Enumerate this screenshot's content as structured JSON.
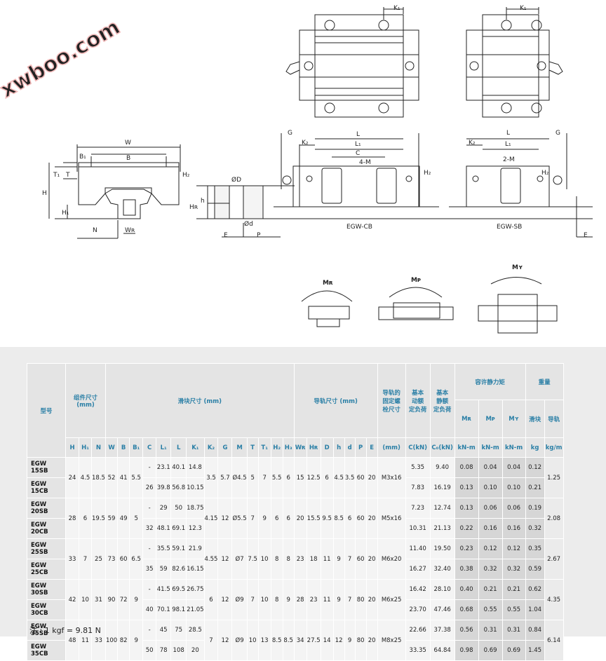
{
  "watermark": "xwboo.com",
  "drawing": {
    "variant_labels": [
      "EGW-CB",
      "EGW-SB"
    ],
    "moment_labels": [
      "Mʀ",
      "Mᴘ",
      "Mʏ"
    ],
    "dims": {
      "w": "W",
      "b": "B",
      "b1": "B₁",
      "t": "T",
      "t1": "T₁",
      "h": "H",
      "h1": "H₁",
      "h2": "H₂",
      "n": "N",
      "wr": "Wʀ",
      "hr": "Hʀ",
      "od": "ØD",
      "sd": "Ød",
      "hh": "h",
      "e": "E",
      "p": "P",
      "g": "G",
      "l": "L",
      "l1": "L₁",
      "k1": "K₁",
      "k2": "K₂",
      "c": "C",
      "m4": "4-M",
      "m2": "2-M"
    }
  },
  "table": {
    "header": {
      "model": "型号",
      "assembly": "组件尺寸\n(mm)",
      "block": "滑块尺寸 (mm)",
      "rail": "导轨尺寸 (mm)",
      "bolt": "导轨的\n固定螺\n栓尺寸",
      "dyn": "基本\n动额\n定负荷",
      "stat": "基本\n静额\n定负荷",
      "moment": "容许静力矩",
      "weight": "重量",
      "mr": "Mʀ",
      "mp": "Mᴘ",
      "my": "Mʏ",
      "block_w": "滑块",
      "rail_w": "导轨",
      "cols_assembly": [
        "H",
        "H₁",
        "N"
      ],
      "cols_block": [
        "W",
        "B",
        "B₁",
        "C",
        "L₁",
        "L",
        "K₁",
        "K₂",
        "G",
        "M",
        "T",
        "T₁",
        "H₂",
        "H₃"
      ],
      "cols_rail": [
        "Wʀ",
        "Hʀ",
        "D",
        "h",
        "d",
        "P",
        "E"
      ],
      "bolt_unit": "(mm)",
      "dyn_unit": "C(kN)",
      "stat_unit": "C₀(kN)",
      "mr_unit": "kN-m",
      "mp_unit": "kN-m",
      "my_unit": "kN-m",
      "block_w_unit": "kg",
      "rail_w_unit": "kg/m"
    },
    "groups": [
      {
        "H": "24",
        "H1": "4.5",
        "N": "18.5",
        "W": "52",
        "B": "41",
        "B1": "5.5",
        "K2": "3.5",
        "G": "5.7",
        "M": "Ø4.5",
        "T": "5",
        "T1": "7",
        "H2": "5.5",
        "H3": "6",
        "WR": "15",
        "HR": "12.5",
        "D": "6",
        "h": "4.5",
        "d": "3.5",
        "P": "60",
        "E": "20",
        "bolt": "M3x16",
        "rail_wt": "1.25",
        "rows": [
          {
            "model": "EGW 15SB",
            "C": "-",
            "L1": "23.1",
            "L": "40.1",
            "K1": "14.8",
            "dyn": "5.35",
            "stat": "9.40",
            "mr": "0.08",
            "mp": "0.04",
            "my": "0.04",
            "bw": "0.12"
          },
          {
            "model": "EGW 15CB",
            "C": "26",
            "L1": "39.8",
            "L": "56.8",
            "K1": "10.15",
            "dyn": "7.83",
            "stat": "16.19",
            "mr": "0.13",
            "mp": "0.10",
            "my": "0.10",
            "bw": "0.21"
          }
        ]
      },
      {
        "H": "28",
        "H1": "6",
        "N": "19.5",
        "W": "59",
        "B": "49",
        "B1": "5",
        "K2": "4.15",
        "G": "12",
        "M": "Ø5.5",
        "T": "7",
        "T1": "9",
        "H2": "6",
        "H3": "6",
        "WR": "20",
        "HR": "15.5",
        "D": "9.5",
        "h": "8.5",
        "d": "6",
        "P": "60",
        "E": "20",
        "bolt": "M5x16",
        "rail_wt": "2.08",
        "rows": [
          {
            "model": "EGW 20SB",
            "C": "-",
            "L1": "29",
            "L": "50",
            "K1": "18.75",
            "dyn": "7.23",
            "stat": "12.74",
            "mr": "0.13",
            "mp": "0.06",
            "my": "0.06",
            "bw": "0.19"
          },
          {
            "model": "EGW 20CB",
            "C": "32",
            "L1": "48.1",
            "L": "69.1",
            "K1": "12.3",
            "dyn": "10.31",
            "stat": "21.13",
            "mr": "0.22",
            "mp": "0.16",
            "my": "0.16",
            "bw": "0.32"
          }
        ]
      },
      {
        "H": "33",
        "H1": "7",
        "N": "25",
        "W": "73",
        "B": "60",
        "B1": "6.5",
        "K2": "4.55",
        "G": "12",
        "M": "Ø7",
        "T": "7.5",
        "T1": "10",
        "H2": "8",
        "H3": "8",
        "WR": "23",
        "HR": "18",
        "D": "11",
        "h": "9",
        "d": "7",
        "P": "60",
        "E": "20",
        "bolt": "M6x20",
        "rail_wt": "2.67",
        "rows": [
          {
            "model": "EGW 25SB",
            "C": "-",
            "L1": "35.5",
            "L": "59.1",
            "K1": "21.9",
            "dyn": "11.40",
            "stat": "19.50",
            "mr": "0.23",
            "mp": "0.12",
            "my": "0.12",
            "bw": "0.35"
          },
          {
            "model": "EGW 25CB",
            "C": "35",
            "L1": "59",
            "L": "82.6",
            "K1": "16.15",
            "dyn": "16.27",
            "stat": "32.40",
            "mr": "0.38",
            "mp": "0.32",
            "my": "0.32",
            "bw": "0.59"
          }
        ]
      },
      {
        "H": "42",
        "H1": "10",
        "N": "31",
        "W": "90",
        "B": "72",
        "B1": "9",
        "K2": "6",
        "G": "12",
        "M": "Ø9",
        "T": "7",
        "T1": "10",
        "H2": "8",
        "H3": "9",
        "WR": "28",
        "HR": "23",
        "D": "11",
        "h": "9",
        "d": "7",
        "P": "80",
        "E": "20",
        "bolt": "M6x25",
        "rail_wt": "4.35",
        "rows": [
          {
            "model": "EGW 30SB",
            "C": "-",
            "L1": "41.5",
            "L": "69.5",
            "K1": "26.75",
            "dyn": "16.42",
            "stat": "28.10",
            "mr": "0.40",
            "mp": "0.21",
            "my": "0.21",
            "bw": "0.62"
          },
          {
            "model": "EGW 30CB",
            "C": "40",
            "L1": "70.1",
            "L": "98.1",
            "K1": "21.05",
            "dyn": "23.70",
            "stat": "47.46",
            "mr": "0.68",
            "mp": "0.55",
            "my": "0.55",
            "bw": "1.04"
          }
        ]
      },
      {
        "H": "48",
        "H1": "11",
        "N": "33",
        "W": "100",
        "B": "82",
        "B1": "9",
        "K2": "7",
        "G": "12",
        "M": "Ø9",
        "T": "10",
        "T1": "13",
        "H2": "8.5",
        "H3": "8.5",
        "WR": "34",
        "HR": "27.5",
        "D": "14",
        "h": "12",
        "d": "9",
        "P": "80",
        "E": "20",
        "bolt": "M8x25",
        "rail_wt": "6.14",
        "rows": [
          {
            "model": "EGW 35SB",
            "C": "-",
            "L1": "45",
            "L": "75",
            "K1": "28.5",
            "dyn": "22.66",
            "stat": "37.38",
            "mr": "0.56",
            "mp": "0.31",
            "my": "0.31",
            "bw": "0.84"
          },
          {
            "model": "EGW 35CB",
            "C": "50",
            "L1": "78",
            "L": "108",
            "K1": "20",
            "dyn": "33.35",
            "stat": "64.84",
            "mr": "0.98",
            "mp": "0.69",
            "my": "0.69",
            "bw": "1.45"
          }
        ]
      }
    ]
  },
  "note": "注 : 1 kgf = 9.81 N"
}
